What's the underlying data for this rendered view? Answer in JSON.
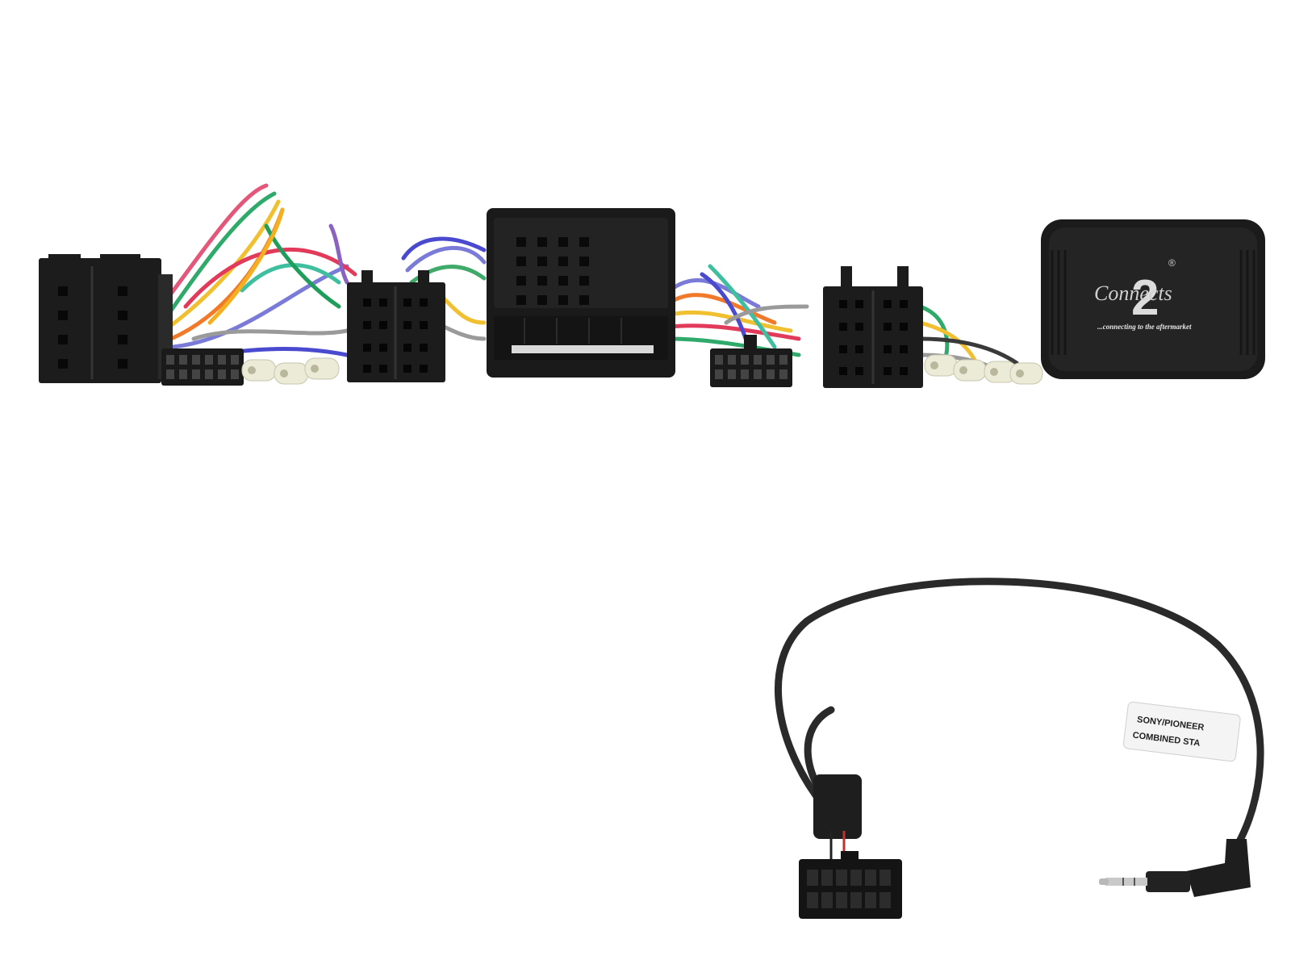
{
  "photo": {
    "module": {
      "brand_script": "Connects",
      "brand_number": "2",
      "registered_mark": "®",
      "tagline": "...connecting to the aftermarket"
    },
    "patch_lead": {
      "tag_line_1": "SONY/PIONEER",
      "tag_line_2": "COMBINED STA"
    },
    "colors": {
      "background": "#ffffff",
      "plastic": "#1c1c1c",
      "cable": "#2a2a2a",
      "tag": "#f4f4f4"
    }
  }
}
